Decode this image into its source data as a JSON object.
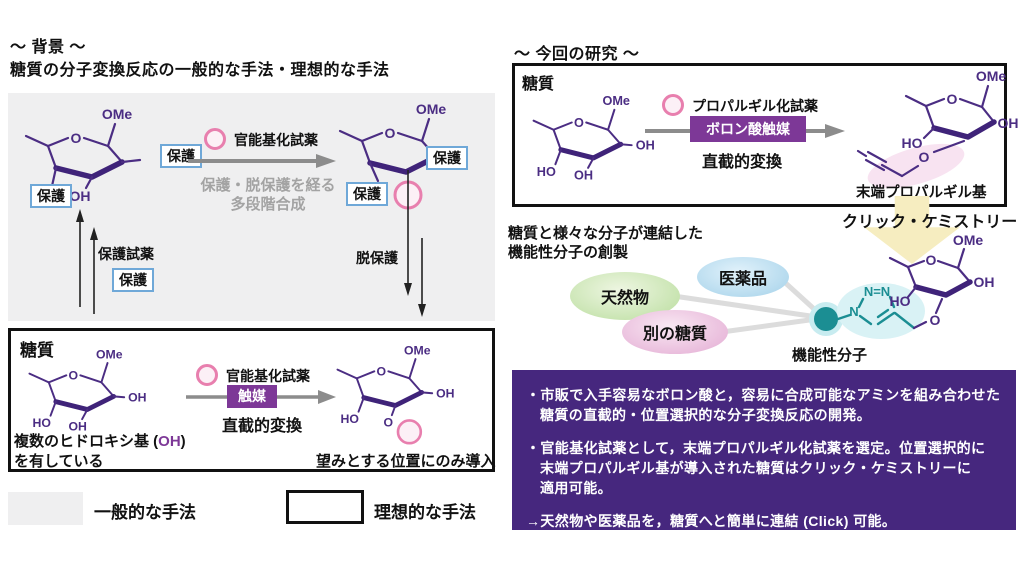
{
  "labels": {
    "ome": "OMe",
    "o": "O",
    "oh": "OH",
    "ho": "HO",
    "protect": "保護",
    "nn": "N=N",
    "n": "N"
  },
  "background": {
    "heading1": "～ 背景 ～",
    "heading2": "糖質の分子変換反応の一般的な手法・理想的な手法",
    "general": {
      "reagent": "官能基化試薬",
      "note1": "保護・脱保護を経る",
      "note2": "多段階合成",
      "protect_reagent": "保護試薬",
      "deprotect": "脱保護"
    },
    "ideal": {
      "sugar": "糖質",
      "reagent": "官能基化試薬",
      "catalyst": "触媒",
      "direct": "直截的変換",
      "note_pre": "複数のヒドロキシ基 (",
      "note_oh": "OH",
      "note_post": ")",
      "note_line2": "を有している",
      "product_note": "望みとする位置にのみ導入"
    },
    "legend": {
      "general": "一般的な手法",
      "ideal": "理想的な手法"
    }
  },
  "study": {
    "heading": "～ 今回の研究 ～",
    "box": {
      "sugar": "糖質",
      "reagent": "プロパルギル化試薬",
      "catalyst": "ボロン酸触媒",
      "direct": "直截的変換",
      "product": "末端プロパルギル基"
    },
    "click": "クリック・ケミストリー",
    "intro1": "糖質と様々な分子が連結した",
    "intro2": "機能性分子の創製",
    "nodes": {
      "natural": "天然物",
      "drug": "医薬品",
      "other_sugar": "別の糖質",
      "functional": "機能性分子"
    },
    "summary": {
      "b1l1": "・市販で入手容易なボロン酸と，容易に合成可能なアミンを組み合わせた",
      "b1l2": "糖質の直截的・位置選択的な分子変換反応の開発。",
      "b2l1": "・官能基化試薬として，末端プロパルギル化試薬を選定。位置選択的に",
      "b2l2": "末端プロパルギル基が導入された糖質はクリック・ケミストリーに",
      "b2l3": "適用可能。",
      "b3": "→天然物や医薬品を，糖質へと簡単に連結 (Click) 可能。"
    }
  },
  "colors": {
    "purple_dark": "#46277e",
    "purple_mid": "#7d3897",
    "pink": "#e87fae",
    "blue_border": "#6fa8d8",
    "molecule": "#4b2d83",
    "teal": "#1b8e93",
    "yellow": "#f6edc0",
    "gray_panel": "#efeff0"
  }
}
